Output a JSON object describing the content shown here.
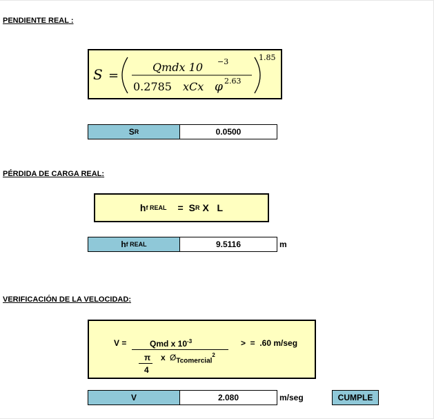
{
  "section_slope": {
    "heading": "PENDIENTE  REAL",
    "heading_colon": " :",
    "formula": {
      "lhs": "S",
      "eq": "=",
      "numerator": "Qmdx  10",
      "num_exp": "−3",
      "denominator_a": "0.2785",
      "denominator_b": "xCx",
      "phi": "φ",
      "den_exp": "2.63",
      "outer_exp": "1.85"
    },
    "result": {
      "label_main": "S",
      "label_sub": "R",
      "value": "0.0500"
    }
  },
  "section_headloss": {
    "heading": "PÉRDIDA DE CARGA REAL",
    "heading_colon": ":",
    "formula": {
      "h": "h",
      "h_sub": "f  REAL",
      "eq": "=",
      "s": "S",
      "s_sub": "R",
      "rest": "X   L"
    },
    "result": {
      "label_main": "h",
      "label_sub": "f REAL",
      "value": "9.5116",
      "unit": "m"
    }
  },
  "section_velocity": {
    "heading": "VERIFICACIÓN DE LA VELOCIDAD",
    "heading_colon": ":",
    "formula": {
      "lhs": "V =",
      "numerator": "Qmd x 10",
      "num_exp": "-3",
      "pi": "π",
      "four": "4",
      "times": "x",
      "phi": "Ø",
      "phi_sub": "Tcomercial",
      "phi_exp": "2",
      "condition": ">  =  .60 m/seg"
    },
    "result": {
      "label": "V",
      "value": "2.080",
      "unit": "m/seg",
      "status": "CUMPLE"
    }
  }
}
